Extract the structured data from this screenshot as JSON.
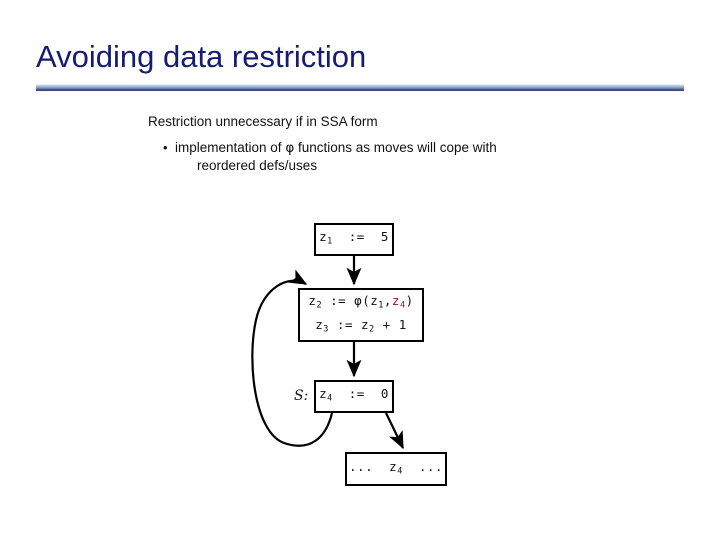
{
  "slide": {
    "title": "Avoiding data restriction",
    "accent_color": "#161b73",
    "rule_color_light": "#c5d2e8",
    "rule_color_dark": "#2e3f6d"
  },
  "body": {
    "heading": "Restriction unnecessary if in SSA form",
    "bullet_marker": "•",
    "bullet_part1": "implementation of ",
    "bullet_phi": "φ",
    "bullet_part2": " functions as moves will cope with",
    "bullet_line2": "reordered defs/uses"
  },
  "diagram": {
    "type": "control-flow-graph",
    "highlight_color": "#8d1a14",
    "nodes": [
      {
        "id": "assign1",
        "lines": [
          {
            "var": "z",
            "sub": "1",
            "op": " := ",
            "rhs": "5"
          }
        ],
        "text": "z1 := 5"
      },
      {
        "id": "phi",
        "lines": [
          {
            "var": "z",
            "sub": "2",
            "op": " := ",
            "rhs": "φ(z1, z4)"
          },
          {
            "var": "z",
            "sub": "3",
            "op": " := ",
            "rhs": "z2 + 1"
          }
        ],
        "text": "z2 := φ(z1, z4) / z3 := z2 + 1",
        "phi_symbol": "φ",
        "phi_arg1": "z",
        "phi_arg1_sub": "1",
        "phi_arg2": "z",
        "phi_arg2_sub": "4",
        "phi_arg2_highlight": true
      },
      {
        "id": "stmt-s",
        "label": "S:",
        "lines": [
          {
            "var": "z",
            "sub": "4",
            "op": " := ",
            "rhs": "0"
          }
        ],
        "text": "z4 := 0"
      },
      {
        "id": "use",
        "lines": [
          {
            "prefix": "... ",
            "var": "z",
            "sub": "4",
            "suffix": " ..."
          }
        ],
        "text": "... z4 ..."
      }
    ],
    "edges": [
      {
        "from": "assign1",
        "to": "phi",
        "kind": "straight"
      },
      {
        "from": "phi",
        "to": "stmt-s",
        "kind": "straight"
      },
      {
        "from": "stmt-s",
        "to": "use",
        "kind": "straight"
      },
      {
        "from": "stmt-s",
        "to": "phi",
        "kind": "back-edge-curved"
      }
    ]
  }
}
